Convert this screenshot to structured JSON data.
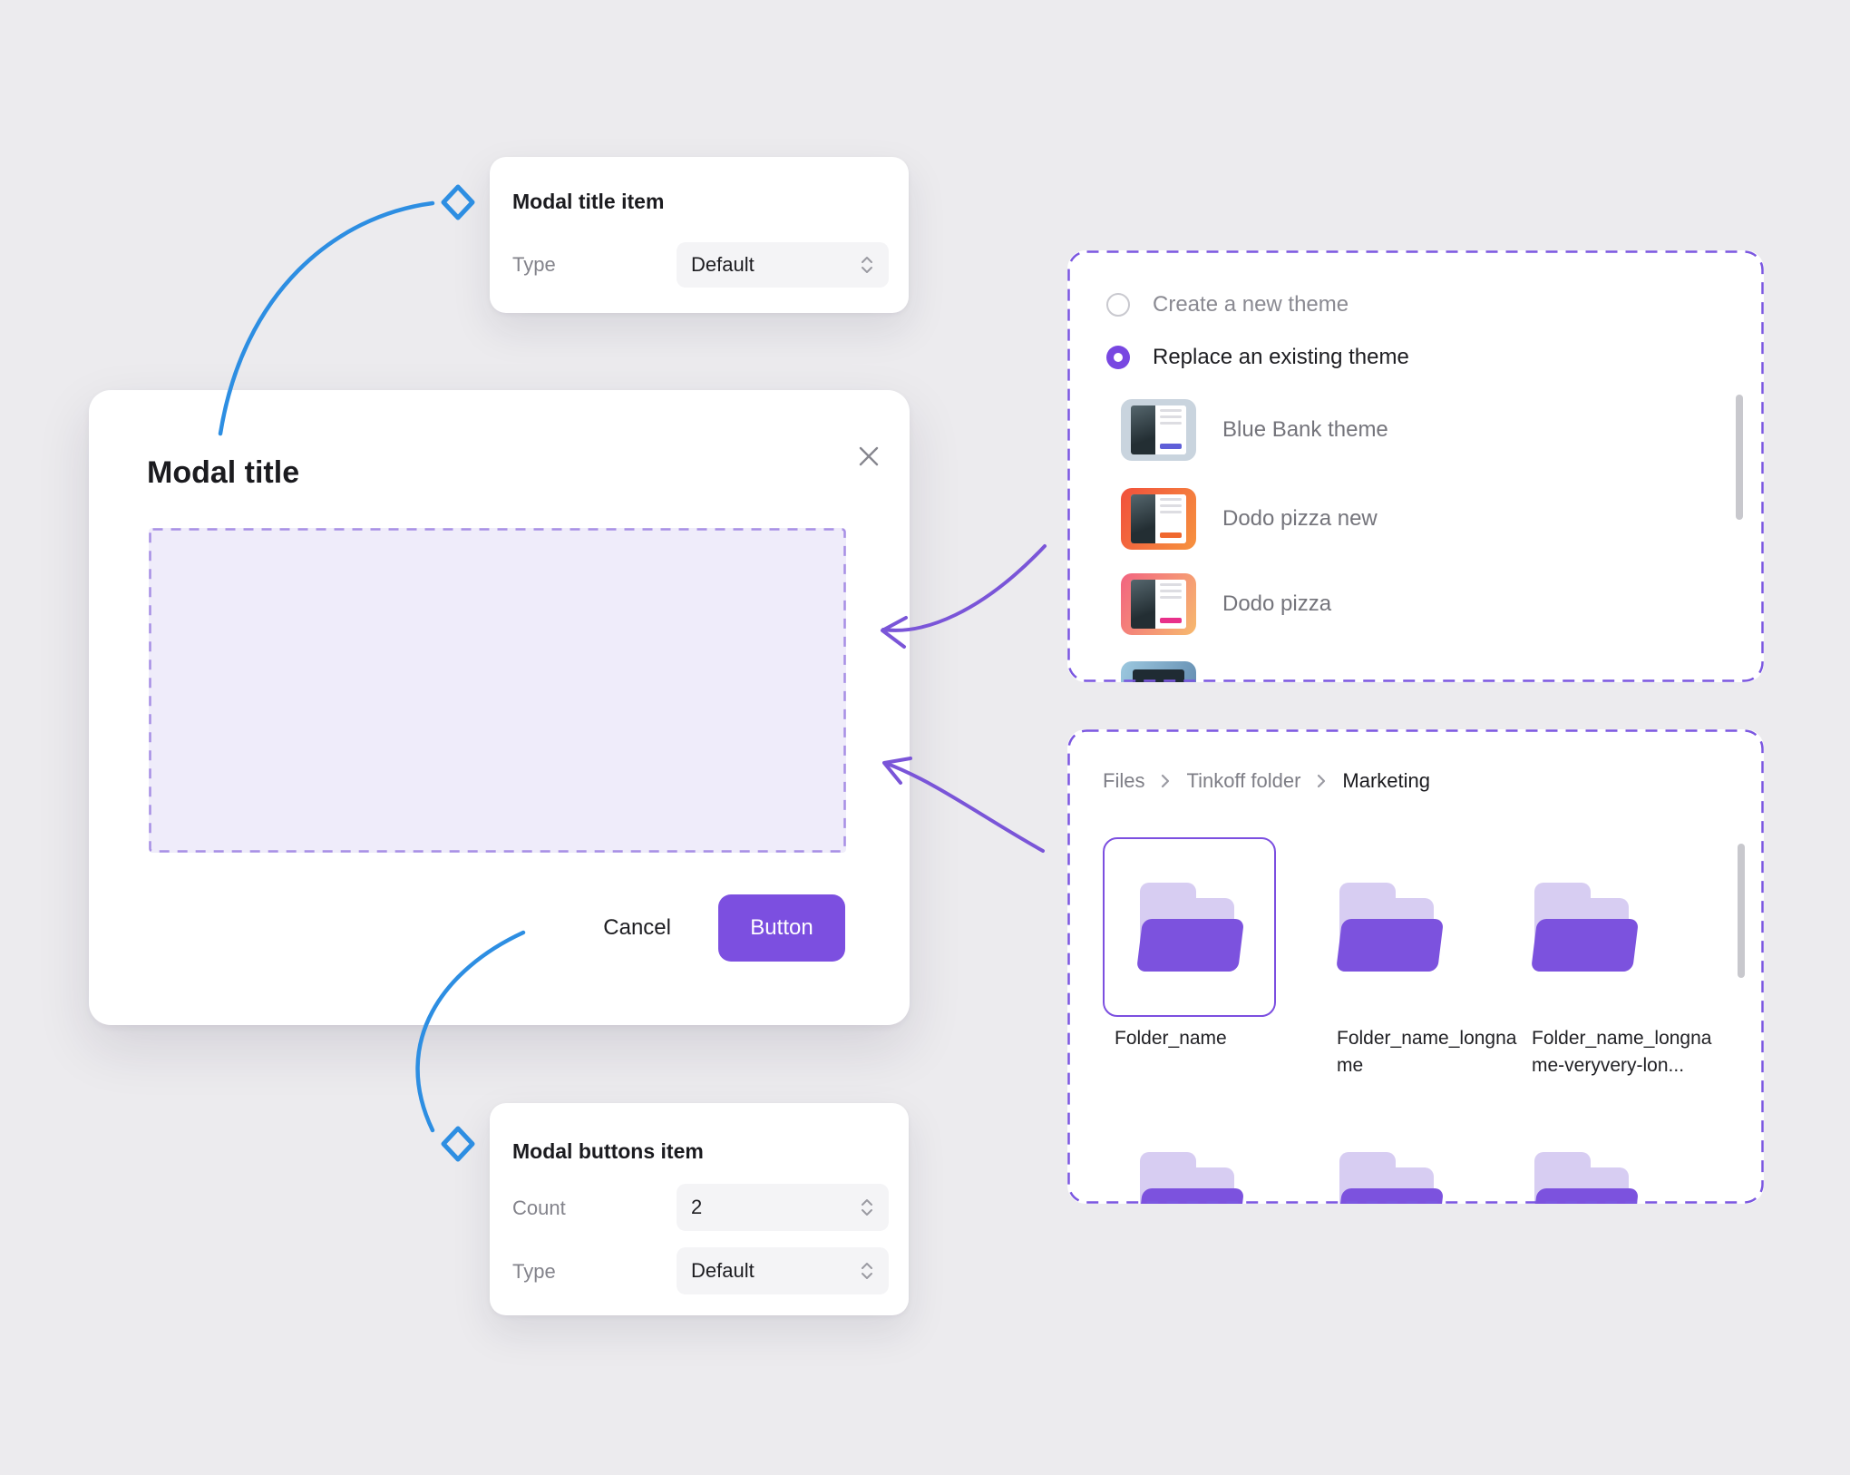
{
  "colors": {
    "accent_purple": "#7C4FE0",
    "folder_front_purple": "#7C52DE",
    "folder_back_lavender": "#D7CDF2",
    "modal_slot_fill": "#EFECFA",
    "dashed_border_purple": "#7B57E0",
    "connector_blue": "#2D8EE2",
    "arrow_purple": "#7A55D8",
    "background_gray": "#ECEBEE"
  },
  "title_item_card": {
    "title": "Modal title item",
    "type_label": "Type",
    "type_value": "Default"
  },
  "modal": {
    "title": "Modal title",
    "cancel_label": "Cancel",
    "button_label": "Button"
  },
  "buttons_item_card": {
    "title": "Modal buttons item",
    "count_label": "Count",
    "count_value": "2",
    "type_label": "Type",
    "type_value": "Default"
  },
  "theme_panel": {
    "radio_create": {
      "label": "Create a new theme",
      "selected": false
    },
    "radio_replace": {
      "label": "Replace an existing theme",
      "selected": true
    },
    "themes": [
      {
        "name": "Blue Bank theme"
      },
      {
        "name": "Dodo pizza new"
      },
      {
        "name": "Dodo pizza"
      }
    ]
  },
  "files_panel": {
    "breadcrumb": [
      {
        "label": "Files"
      },
      {
        "label": "Tinkoff folder"
      },
      {
        "label": "Marketing"
      }
    ],
    "folders": [
      {
        "name": "Folder_name",
        "selected": true
      },
      {
        "name": "Folder_name_longname",
        "selected": false
      },
      {
        "name": "Folder_name_longname-veryvery-lon...",
        "selected": false
      }
    ]
  }
}
